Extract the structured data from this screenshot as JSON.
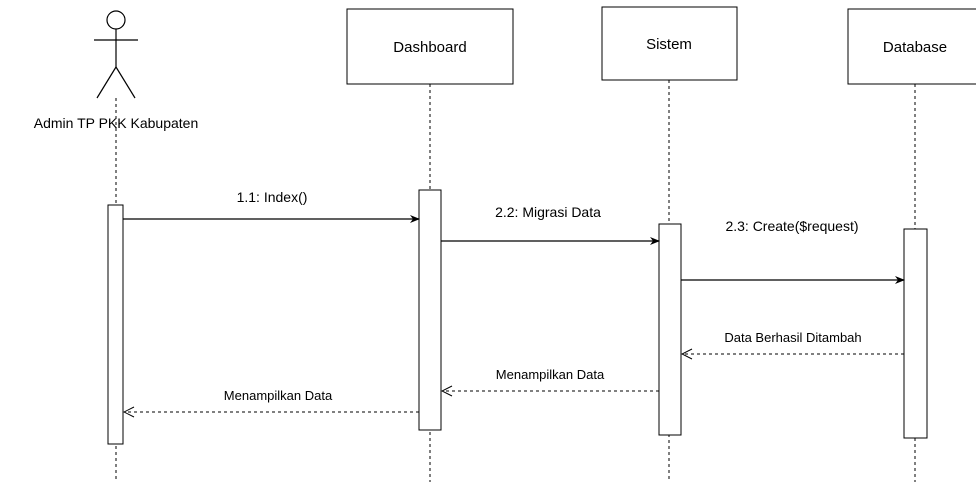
{
  "participants": {
    "actor": "Admin TP PKK Kabupaten",
    "dashboard": "Dashboard",
    "sistem": "Sistem",
    "database": "Database"
  },
  "messages": {
    "m1": "1.1: Index()",
    "m2": "2.2: Migrasi Data",
    "m3": "2.3: Create($request)",
    "r1": "Data Berhasil Ditambah",
    "r2": "Menampilkan Data",
    "r3": "Menampilkan Data"
  }
}
